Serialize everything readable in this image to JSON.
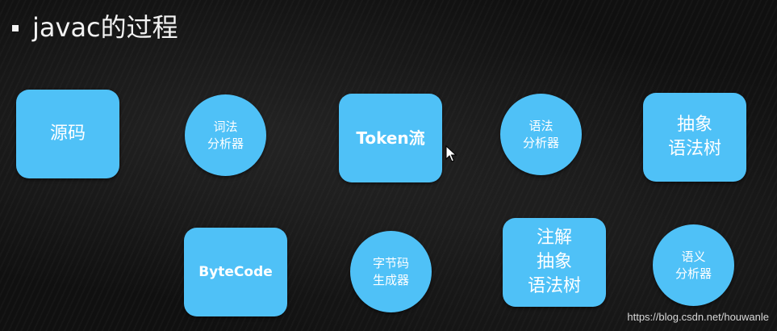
{
  "slide": {
    "title": "javac的过程"
  },
  "nodes": {
    "source_code": "源码",
    "lexical_analyzer": "词法\n分析器",
    "token_stream": "Token流",
    "syntax_analyzer": "语法\n分析器",
    "abstract_syntax_tree": "抽象\n语法树",
    "bytecode": "ByteCode",
    "bytecode_generator": "字节码\n生成器",
    "annotated_ast": "注解\n抽象\n语法树",
    "semantic_analyzer": "语义\n分析器"
  },
  "watermark": "https://blog.csdn.net/houwanle",
  "colors": {
    "node_fill": "#4fc1f7",
    "text": "#ffffff",
    "background": "#101010"
  }
}
